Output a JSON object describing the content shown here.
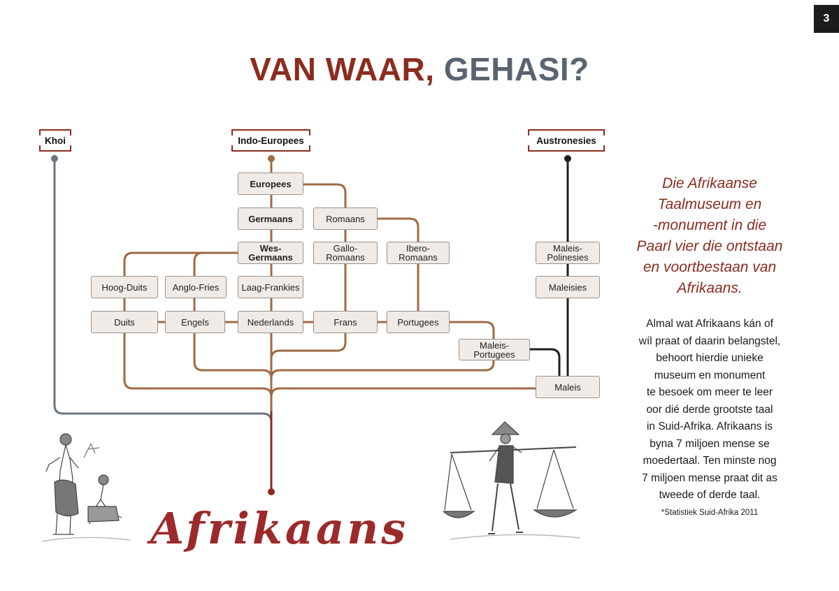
{
  "page_number": "3",
  "title": {
    "part1": "VAN WAAR,",
    "part2": "GEHASI?"
  },
  "roots": {
    "khoi": "Khoi",
    "indo": "Indo-Europees",
    "austro": "Austronesies"
  },
  "nodes": {
    "europees": "Europees",
    "germaans": "Germaans",
    "romaans": "Romaans",
    "wes_germaans": "Wes-\nGermaans",
    "gallo_romaans": "Gallo-\nRomaans",
    "ibero_romaans": "Ibero-\nRomaans",
    "hoog_duits": "Hoog-Duits",
    "anglo_fries": "Anglo-Fries",
    "laag_frankies": "Laag-Frankies",
    "duits": "Duits",
    "engels": "Engels",
    "nederlands": "Nederlands",
    "frans": "Frans",
    "portugees": "Portugees",
    "maleis_portugees": "Maleis-\nPortugees",
    "maleis_polinesies": "Maleis-\nPolinesies",
    "maleisies": "Maleisies",
    "maleis": "Maleis"
  },
  "result_language": "Afrikaans",
  "side": {
    "heading": "Die Afrikaanse\nTaalmuseum en\n-monument in die\nPaarl vier die ontstaan\nen voortbestaan van\nAfrikaans.",
    "body": "Almal wat Afrikaans kán of\nwíl praat of daarin belangstel,\nbehoort hierdie unieke\nmuseum en monument\nte besoek om meer te leer\noor dié derde grootste taal\nin Suid-Afrika. Afrikaans is\nbyna 7 miljoen mense se\nmoedertaal. Ten minste nog\n7 miljoen mense praat dit as\ntweede of derde taal.",
    "footnote": "*Statistiek Suid-Afrika 2011"
  },
  "colors": {
    "title_red": "#8b2c1e",
    "title_grey": "#5a6470",
    "line_khoi": "#6b7580",
    "line_tan": "#a06a44",
    "line_dark": "#1e1e1e",
    "line_red": "#8b2c1e",
    "node_fill": "#f0ebe6"
  }
}
